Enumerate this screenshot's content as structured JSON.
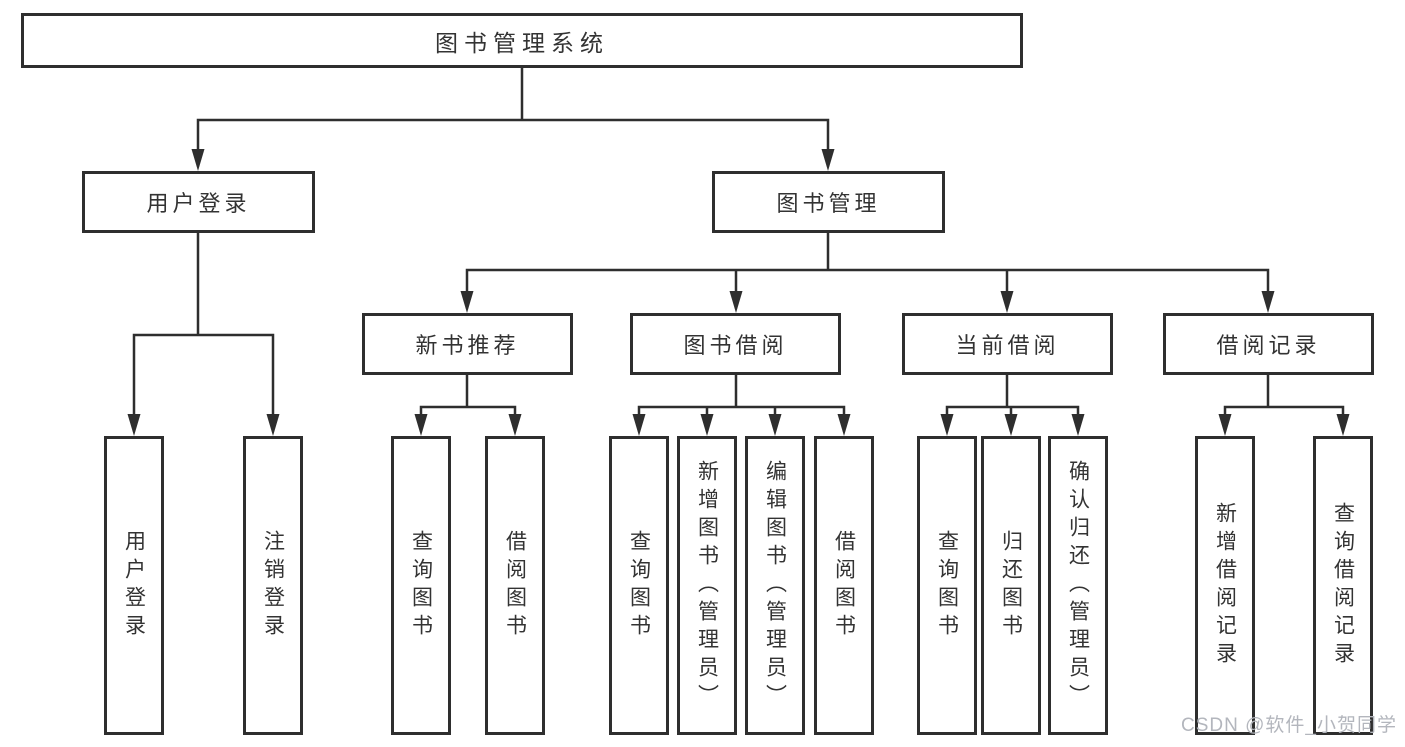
{
  "tree": {
    "root": {
      "label": "图书管理系统"
    },
    "branches": [
      {
        "label": "用户登录",
        "children": [
          {
            "label": "用户登录"
          },
          {
            "label": "注销登录"
          }
        ]
      },
      {
        "label": "图书管理",
        "children": [
          {
            "label": "新书推荐",
            "children": [
              {
                "label": "查询图书"
              },
              {
                "label": "借阅图书"
              }
            ]
          },
          {
            "label": "图书借阅",
            "children": [
              {
                "label": "查询图书"
              },
              {
                "label": "新增图书（管理员）"
              },
              {
                "label": "编辑图书（管理员）"
              },
              {
                "label": "借阅图书"
              }
            ]
          },
          {
            "label": "当前借阅",
            "children": [
              {
                "label": "查询图书"
              },
              {
                "label": "归还图书"
              },
              {
                "label": "确认归还（管理员）"
              }
            ]
          },
          {
            "label": "借阅记录",
            "children": [
              {
                "label": "新增借阅记录"
              },
              {
                "label": "查询借阅记录"
              }
            ]
          }
        ]
      }
    ]
  },
  "watermark": {
    "text": "CSDN @软件_小贺同学"
  },
  "colors": {
    "line": "#2e2e2e",
    "box_border": "#2e2e2e",
    "text": "#333333",
    "background": "#ffffff",
    "watermark": "#b3b6bd"
  }
}
